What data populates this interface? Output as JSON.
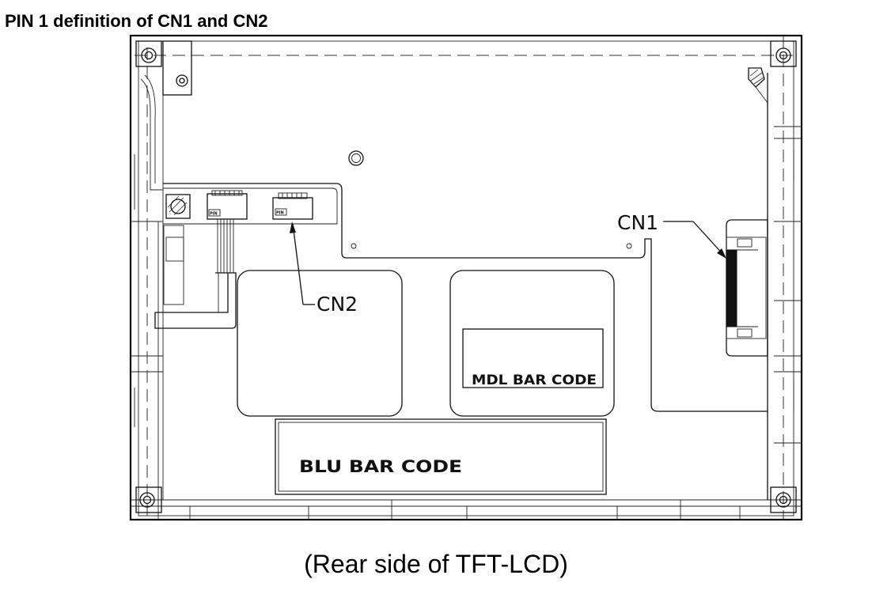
{
  "heading": "PIN 1 definition of CN1 and CN2",
  "caption": "(Rear side of TFT-LCD)",
  "labels": {
    "cn1": "CN1",
    "cn2": "CN2",
    "mdl_bar_code": "MDL BAR CODE",
    "blu_bar_code": "BLU BAR CODE",
    "pin_mark": "PIN"
  }
}
